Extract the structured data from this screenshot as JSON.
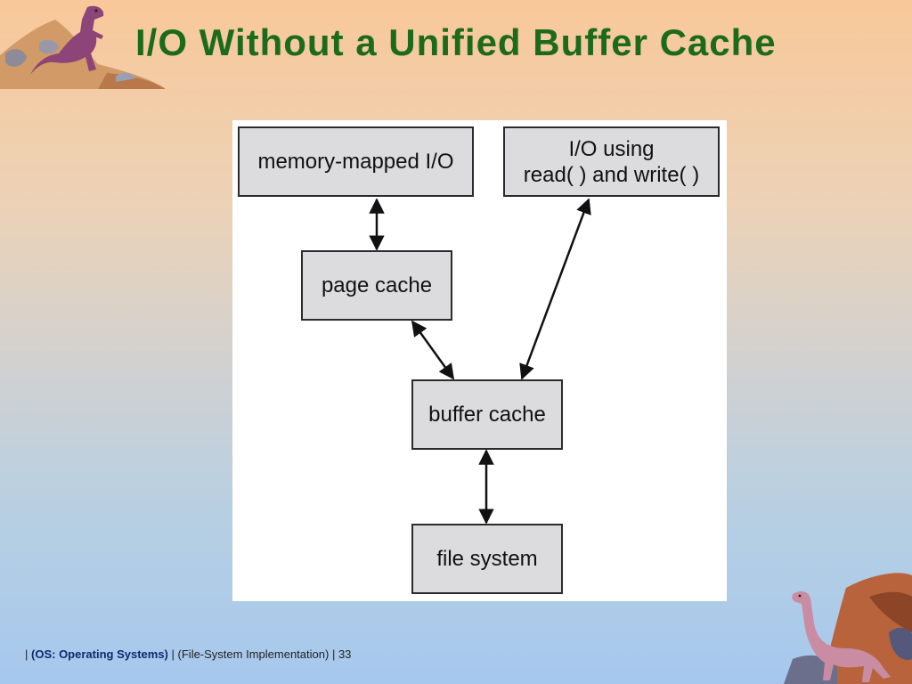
{
  "title": "I/O Without a Unified Buffer Cache",
  "diagram": {
    "nodes": {
      "memory_mapped": "memory-mapped I/O",
      "io_using_line1": "I/O using",
      "io_using_line2": "read( ) and write( )",
      "page_cache": "page cache",
      "buffer_cache": "buffer cache",
      "file_system": "file system"
    },
    "edges": [
      {
        "from": "memory_mapped",
        "to": "page_cache",
        "direction": "both"
      },
      {
        "from": "page_cache",
        "to": "buffer_cache",
        "direction": "both"
      },
      {
        "from": "io_using",
        "to": "buffer_cache",
        "direction": "both"
      },
      {
        "from": "buffer_cache",
        "to": "file_system",
        "direction": "both"
      }
    ]
  },
  "footer": {
    "sep1": "|",
    "course": "(OS: Operating Systems)",
    "sep2": "|",
    "chapter": "(File-System Implementation)",
    "sep3": "|",
    "page": "33"
  },
  "icons": {
    "top_left": "dinosaur-rocks-icon",
    "bottom_right": "dinosaur-rocks-icon"
  }
}
